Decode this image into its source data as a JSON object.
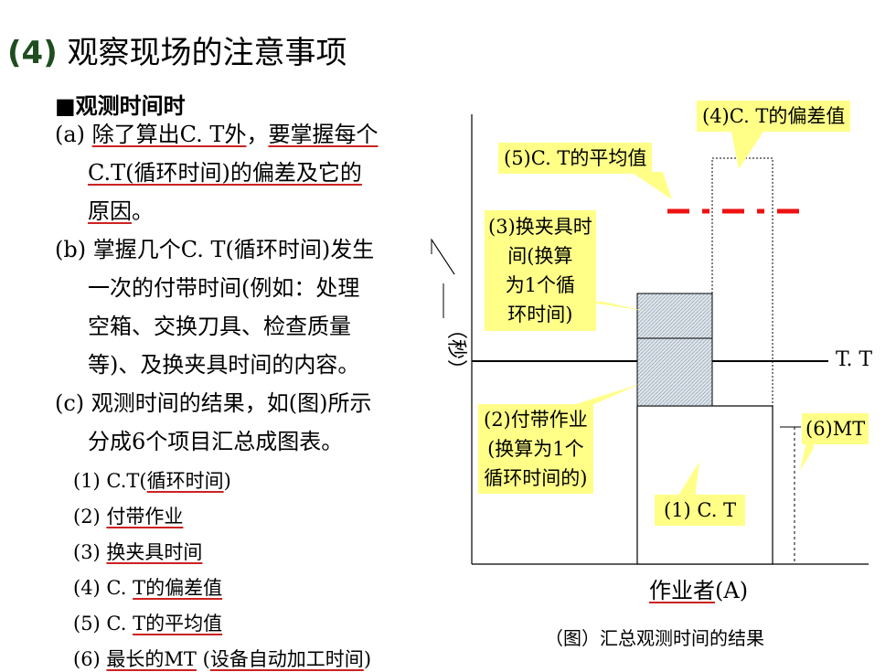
{
  "title": {
    "num": "(4)",
    "text": " 观察现场的注意事项"
  },
  "subtitle": "■观测时间时",
  "paras": {
    "a1_pre": "(a) ",
    "a1_ul": "除了算出C. T外",
    "a1_mid": "，",
    "a1_ul2": "要掌握每个",
    "a2_ul": "C.T(循环时间)的偏差及它的",
    "a3_ul": "原因",
    "a3_post": "。",
    "b1": "(b) 掌握几个C. T(循环时间)发生",
    "b2": "一次的付带时间(例如：处理",
    "b3": "空箱、交换刀具、检查质量",
    "b4": "等)、及换夹具时间的内容。",
    "c1": "(c) 观测时间的结果，如(图)所示",
    "c2": "分成6个项目汇总成图表。"
  },
  "items": [
    {
      "pre": "(1) C.T(",
      "ul": "循环时间",
      "post": ")"
    },
    {
      "pre": "(2) ",
      "ul": "付带作业",
      "post": ""
    },
    {
      "pre": "(3) ",
      "ul": "换夹具时间",
      "post": ""
    },
    {
      "pre": "(4) C. ",
      "ul": "T的偏差值",
      "post": ""
    },
    {
      "pre": "(5) C. ",
      "ul": "T的平均值",
      "post": ""
    },
    {
      "pre": "(6) ",
      "ul": "最长的MT",
      "post": " (设备自动加工时间)",
      "ul2": "设备自动加工时间"
    }
  ],
  "diagram": {
    "yaxis_label": "（秒）",
    "tt_label": "T. T",
    "xaxis_label_ul": "作业者",
    "xaxis_label_post": "(A)",
    "caption": "（图）汇总观测时间的结果",
    "callouts": {
      "c4": "(4)C. T的偏差值",
      "c5": "(5)C. T的平均值",
      "c3_l1": "(3)换夹具时",
      "c3_l2": "间(换算",
      "c3_l3": "为1个循",
      "c3_l4": "环时间)",
      "c2_l1": "(2)付带作业",
      "c2_l2": "(换算为1个",
      "c2_l3": "循环时间的)",
      "c1": "(1) C. T",
      "c6": "(6)MT"
    },
    "colors": {
      "callout": "#ffff88",
      "avg_line": "#ee1111",
      "hatch": "#b8c6d2",
      "underline": "#cc2222"
    }
  }
}
